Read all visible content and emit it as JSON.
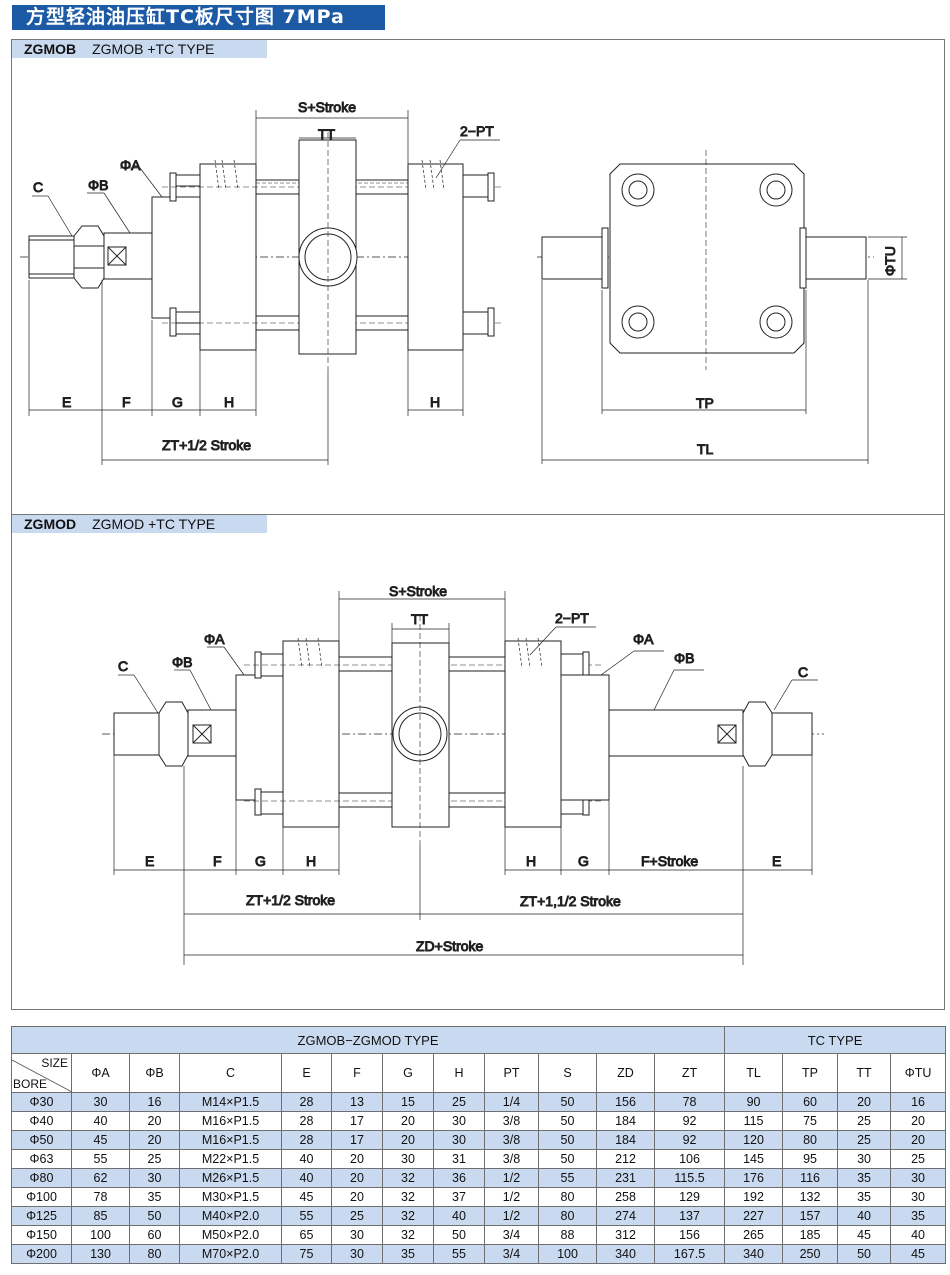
{
  "page_title": "方型轻油油压缸TC板尺寸图 7MPa",
  "panel1": {
    "code": "ZGMOB",
    "type": "ZGMOB +TC TYPE",
    "labels": {
      "s_stroke": "S+Stroke",
      "tt": "TT",
      "pt": "2−PT",
      "phi_a": "ΦA",
      "phi_b": "ΦB",
      "c": "C",
      "e": "E",
      "f": "F",
      "g": "G",
      "h": "H",
      "h2": "H",
      "zt_half": "ZT+1/2 Stroke",
      "tp": "TP",
      "tl": "TL",
      "tu": "ΦTU"
    }
  },
  "panel2": {
    "code": "ZGMOD",
    "type": "ZGMOD +TC TYPE",
    "labels": {
      "s_stroke": "S+Stroke",
      "tt": "TT",
      "pt": "2−PT",
      "phi_a_left": "ΦA",
      "phi_b_left": "ΦB",
      "c_left": "C",
      "phi_a_right": "ΦA",
      "phi_b_right": "ΦB",
      "c_right": "C",
      "e_left": "E",
      "f_left": "F",
      "g_left": "G",
      "h_left": "H",
      "h_right": "H",
      "g_right": "G",
      "f_stroke": "F+Stroke",
      "e_right": "E",
      "zt_half": "ZT+1/2 Stroke",
      "zt_one_half": "ZT+1,1/2 Stroke",
      "zd_stroke": "ZD+Stroke"
    }
  },
  "table": {
    "group_left": "ZGMOB−ZGMOD TYPE",
    "group_right": "TC  TYPE",
    "corner_size": "SIZE",
    "corner_bore": "BORE",
    "columns": [
      "ΦA",
      "ΦB",
      "C",
      "E",
      "F",
      "G",
      "H",
      "PT",
      "S",
      "ZD",
      "ZT",
      "TL",
      "TP",
      "TT",
      "ΦTU"
    ],
    "rows": [
      [
        "Φ30",
        "30",
        "16",
        "M14×P1.5",
        "28",
        "13",
        "15",
        "25",
        "1/4",
        "50",
        "156",
        "78",
        "90",
        "60",
        "20",
        "16"
      ],
      [
        "Φ40",
        "40",
        "20",
        "M16×P1.5",
        "28",
        "17",
        "20",
        "30",
        "3/8",
        "50",
        "184",
        "92",
        "115",
        "75",
        "25",
        "20"
      ],
      [
        "Φ50",
        "45",
        "20",
        "M16×P1.5",
        "28",
        "17",
        "20",
        "30",
        "3/8",
        "50",
        "184",
        "92",
        "120",
        "80",
        "25",
        "20"
      ],
      [
        "Φ63",
        "55",
        "25",
        "M22×P1.5",
        "40",
        "20",
        "30",
        "31",
        "3/8",
        "50",
        "212",
        "106",
        "145",
        "95",
        "30",
        "25"
      ],
      [
        "Φ80",
        "62",
        "30",
        "M26×P1.5",
        "40",
        "20",
        "32",
        "36",
        "1/2",
        "55",
        "231",
        "115.5",
        "176",
        "116",
        "35",
        "30"
      ],
      [
        "Φ100",
        "78",
        "35",
        "M30×P1.5",
        "45",
        "20",
        "32",
        "37",
        "1/2",
        "80",
        "258",
        "129",
        "192",
        "132",
        "35",
        "30"
      ],
      [
        "Φ125",
        "85",
        "50",
        "M40×P2.0",
        "55",
        "25",
        "32",
        "40",
        "1/2",
        "80",
        "274",
        "137",
        "227",
        "157",
        "40",
        "35"
      ],
      [
        "Φ150",
        "100",
        "60",
        "M50×P2.0",
        "65",
        "30",
        "32",
        "50",
        "3/4",
        "88",
        "312",
        "156",
        "265",
        "185",
        "45",
        "40"
      ],
      [
        "Φ200",
        "130",
        "80",
        "M70×P2.0",
        "75",
        "30",
        "35",
        "55",
        "3/4",
        "100",
        "340",
        "167.5",
        "340",
        "250",
        "50",
        "45"
      ]
    ],
    "shaded_rows": [
      0,
      2,
      4,
      6,
      8
    ],
    "shade_color": "#c9d9ef"
  }
}
